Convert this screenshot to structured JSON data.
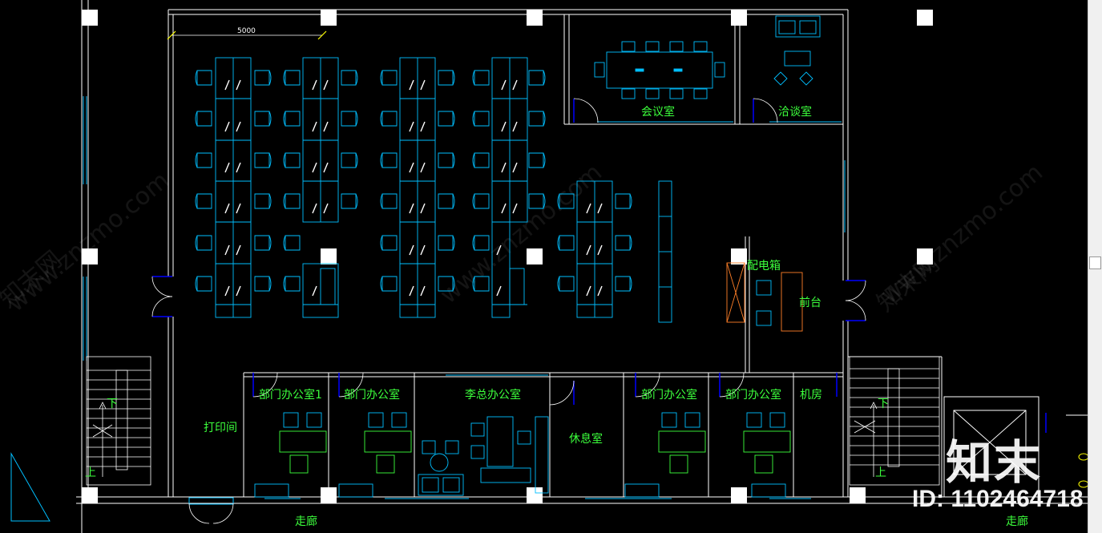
{
  "drawing": {
    "dimension_label": "5000",
    "rooms": {
      "meeting_room": "会议室",
      "negotiation_room": "洽谈室",
      "power_box": "配电箱",
      "reception": "前台",
      "print_room": "打印间",
      "dept_office_1": "部门办公室1",
      "dept_office_2": "部门办公室",
      "gm_office": "李总办公室",
      "lounge": "休息室",
      "dept_office_3": "部门办公室",
      "dept_office_4": "部门办公室",
      "server_room": "机房",
      "corridor_left": "走廊",
      "corridor_right": "走廊"
    },
    "stairs": {
      "left_down": "下",
      "left_up": "上",
      "right_down": "下",
      "right_up": "上"
    }
  },
  "watermark": {
    "site": "www.znzmo.com",
    "brand": "知末",
    "brand_short": "知末网",
    "id_text": "ID: 1102464718"
  },
  "colors": {
    "background": "#000000",
    "wall": "#ffffff",
    "furniture": "#00bfff",
    "label": "#3cff3c",
    "door": "#0000ff",
    "reception": "#ff7f27"
  }
}
